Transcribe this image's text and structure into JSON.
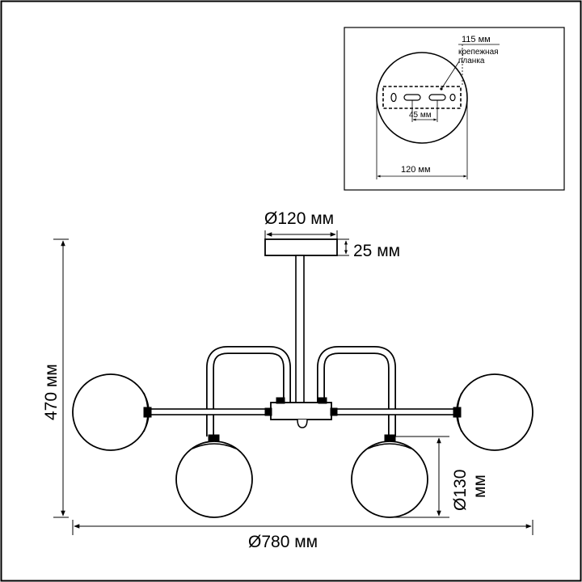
{
  "inset": {
    "plate_length": "115 мм",
    "bracket_label_1": "крепежная",
    "bracket_label_2": "планка",
    "hole_spacing": "45 мм",
    "canopy_width": "120 мм"
  },
  "main": {
    "canopy_diameter": "Ø120 мм",
    "canopy_height": "25 мм",
    "total_height": "470 мм",
    "shade_diameter_1": "Ø130",
    "shade_diameter_2": "мм",
    "total_width": "Ø780 мм"
  }
}
